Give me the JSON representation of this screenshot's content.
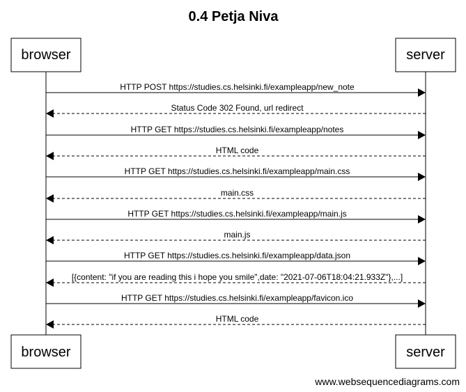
{
  "title": "0.4 Petja Niva",
  "actors": [
    {
      "id": "browser",
      "label": "browser"
    },
    {
      "id": "server",
      "label": "server"
    }
  ],
  "messages": [
    {
      "from": "browser",
      "to": "server",
      "style": "solid",
      "label": "HTTP POST https://studies.cs.helsinki.fi/exampleapp/new_note"
    },
    {
      "from": "server",
      "to": "browser",
      "style": "dashed",
      "label": "Status Code 302 Found, url redirect"
    },
    {
      "from": "browser",
      "to": "server",
      "style": "solid",
      "label": "HTTP GET https://studies.cs.helsinki.fi/exampleapp/notes"
    },
    {
      "from": "server",
      "to": "browser",
      "style": "dashed",
      "label": "HTML code"
    },
    {
      "from": "browser",
      "to": "server",
      "style": "solid",
      "label": "HTTP GET https://studies.cs.helsinki.fi/exampleapp/main.css"
    },
    {
      "from": "server",
      "to": "browser",
      "style": "dashed",
      "label": "main.css"
    },
    {
      "from": "browser",
      "to": "server",
      "style": "solid",
      "label": "HTTP GET https://studies.cs.helsinki.fi/exampleapp/main.js"
    },
    {
      "from": "server",
      "to": "browser",
      "style": "dashed",
      "label": "main.js"
    },
    {
      "from": "browser",
      "to": "server",
      "style": "solid",
      "label": "HTTP GET https://studies.cs.helsinki.fi/exampleapp/data.json"
    },
    {
      "from": "server",
      "to": "browser",
      "style": "dashed",
      "label": "[{content: \"if you are reading this i hope you smile\",date: \"2021-07-06T18:04:21.933Z\"},...]"
    },
    {
      "from": "browser",
      "to": "server",
      "style": "solid",
      "label": "HTTP GET https://studies.cs.helsinki.fi/exampleapp/favicon.ico"
    },
    {
      "from": "server",
      "to": "browser",
      "style": "dashed",
      "label": "HTML code"
    }
  ],
  "footer": {
    "watermark": "www.websequencediagrams.com"
  }
}
